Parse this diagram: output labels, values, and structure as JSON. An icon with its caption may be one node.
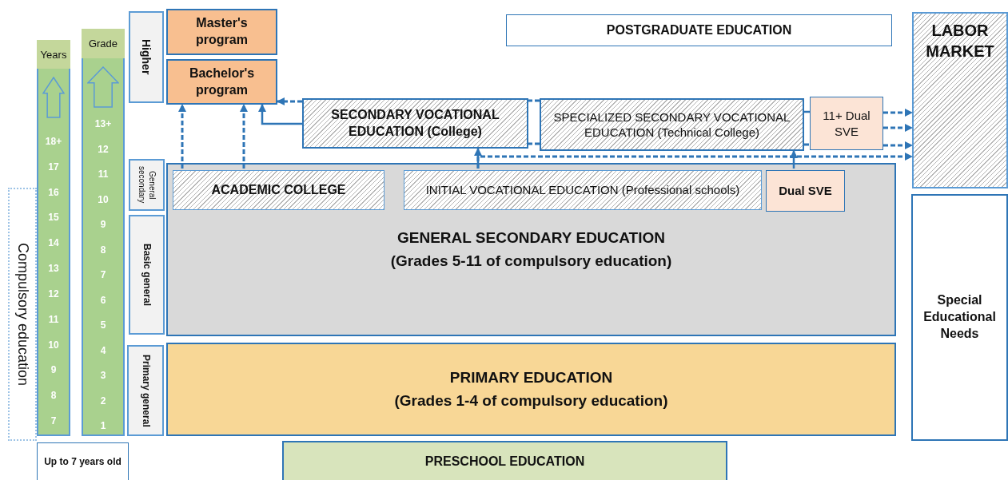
{
  "diagram": {
    "nodes": [
      {
        "text": [
          "Years",
          "18+",
          "17",
          "16",
          "15",
          "14",
          "13",
          "12",
          "11",
          "10",
          "9",
          "8",
          "7"
        ]
      },
      {
        "text": [
          "Grade",
          "13+",
          "12",
          "11",
          "10",
          "9",
          "8",
          "7",
          "6",
          "5",
          "4",
          "3",
          "2",
          "1"
        ]
      },
      {
        "text": [
          "Compulsory education"
        ]
      },
      {
        "text": [
          "Higher"
        ]
      },
      {
        "text": [
          "Master's program"
        ]
      },
      {
        "text": [
          "Bachelor's program"
        ]
      },
      {
        "text": [
          "POSTGRADUATE EDUCATION"
        ]
      },
      {
        "text": [
          "LABOR MARKET"
        ]
      },
      {
        "text": [
          "SECONDARY VOCATIONAL EDUCATION (College)"
        ]
      },
      {
        "text": [
          "SPECIALIZED SECONDARY VOCATIONAL EDUCATION (Technical College)"
        ]
      },
      {
        "text": [
          "11+ Dual SVE"
        ]
      },
      {
        "text": [
          "General secondary"
        ]
      },
      {
        "text": [
          "GENERAL SECONDARY EDUCATION",
          "(Grades 5-11 of compulsory education)"
        ]
      },
      {
        "text": [
          "ACADEMIC COLLEGE"
        ],
        "in": 12
      },
      {
        "text": [
          "INITIAL VOCATIONAL EDUCATION (Professional schools)"
        ],
        "in": 12
      },
      {
        "text": [
          "Dual SVE"
        ],
        "in": 12
      },
      {
        "text": [
          "Basic general"
        ]
      },
      {
        "text": [
          "Special Educational Needs"
        ]
      },
      {
        "text": [
          "Primary general"
        ]
      },
      {
        "text": [
          "PRIMARY EDUCATION",
          "(Grades 1-4 of compulsory education)"
        ]
      },
      {
        "text": [
          "Up to 7 years old"
        ]
      },
      {
        "text": [
          "PRESCHOOL EDUCATION"
        ]
      }
    ],
    "edges": [
      {
        "from": 13,
        "to": 5,
        "arrow": "to",
        "style": "dashed"
      },
      {
        "from": 13,
        "to": 5,
        "arrow": "to",
        "style": "dashed"
      },
      {
        "from": 8,
        "to": 5,
        "arrow": "to",
        "style": "dashed"
      },
      {
        "from": 8,
        "to": 5,
        "arrow": "to"
      },
      {
        "from": 9,
        "to": 8,
        "arrow": "none",
        "style": "dashed"
      },
      {
        "from": 9,
        "to": 8,
        "arrow": "none",
        "style": "dashed"
      },
      {
        "from": 14,
        "to": 8,
        "arrow": "to"
      },
      {
        "from": 14,
        "to": 7,
        "arrow": "to",
        "style": "dashed"
      },
      {
        "from": 15,
        "to": 9,
        "arrow": "to"
      },
      {
        "from": 9,
        "to": 10,
        "arrow": "none"
      },
      {
        "from": 9,
        "to": 10,
        "arrow": "none",
        "style": "dashed"
      },
      {
        "from": 10,
        "to": 7,
        "arrow": "to",
        "style": "dashed"
      },
      {
        "from": 10,
        "to": 7,
        "arrow": "to",
        "style": "dashed"
      },
      {
        "from": 10,
        "to": 7,
        "arrow": "to",
        "style": "dashed"
      }
    ]
  }
}
